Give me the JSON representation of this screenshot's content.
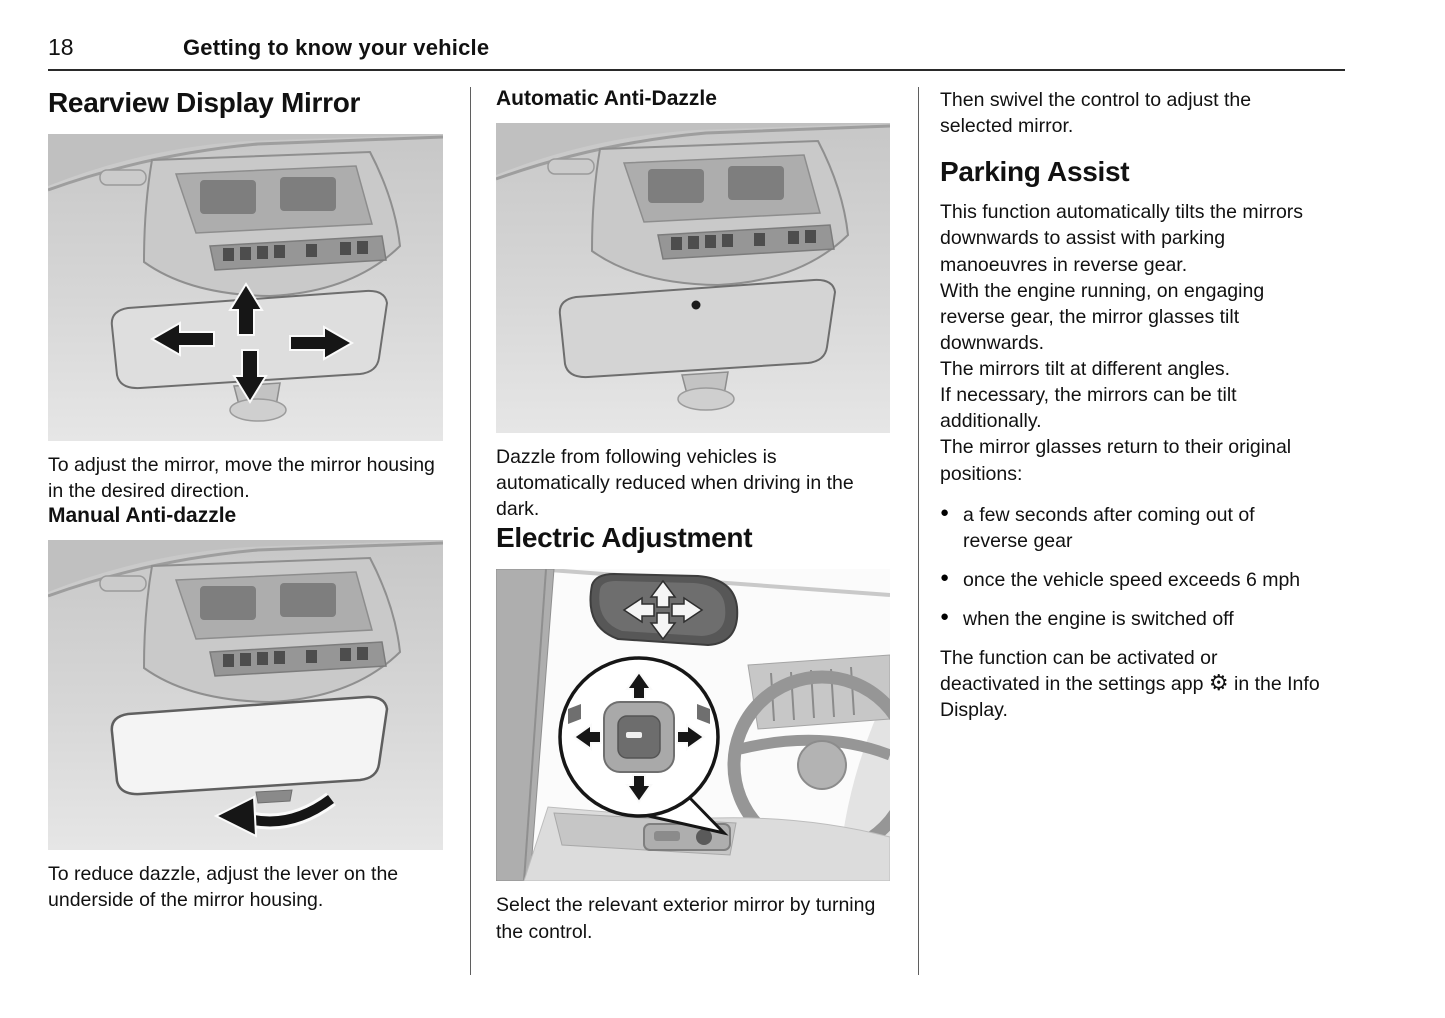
{
  "page": {
    "number": "18",
    "chapter": "Getting to know your vehicle"
  },
  "columns": {
    "col1": {
      "heading1": "Rearview Display Mirror",
      "caption1": "To adjust the mirror, move the mirror housing in the desired direction.",
      "heading2": "Manual Anti-dazzle",
      "caption2": "To reduce dazzle, adjust the lever on the underside of the mirror housing."
    },
    "col2": {
      "heading1": "Automatic Anti-Dazzle",
      "caption1": "Dazzle from following vehicles is automatically reduced when driving in the dark.",
      "heading2": "Electric Adjustment",
      "caption2": "Select the relevant exterior mirror by turning the control."
    },
    "col3": {
      "intro": "Then swivel the control to adjust the selected mirror.",
      "heading": "Parking Assist",
      "paragraphs": [
        "This function automatically tilts the mirrors downwards to assist with parking manoeuvres in reverse gear.",
        "With the engine running, on engaging reverse gear, the mirror glasses tilt downwards.",
        "The mirrors tilt at different angles.",
        "If necessary, the mirrors can be tilt additionally.",
        "The mirror glasses return to their original positions:"
      ],
      "bullets": [
        "a few seconds after coming out of reverse gear",
        "once the vehicle speed exceeds 6 mph",
        "when the engine is switched off"
      ],
      "bullet_glyph": "●",
      "closing_before_icon": "The function can be activated or deactivated in the settings app",
      "settings_icon": "⚙",
      "closing_after_icon": "in the Info Display."
    }
  }
}
